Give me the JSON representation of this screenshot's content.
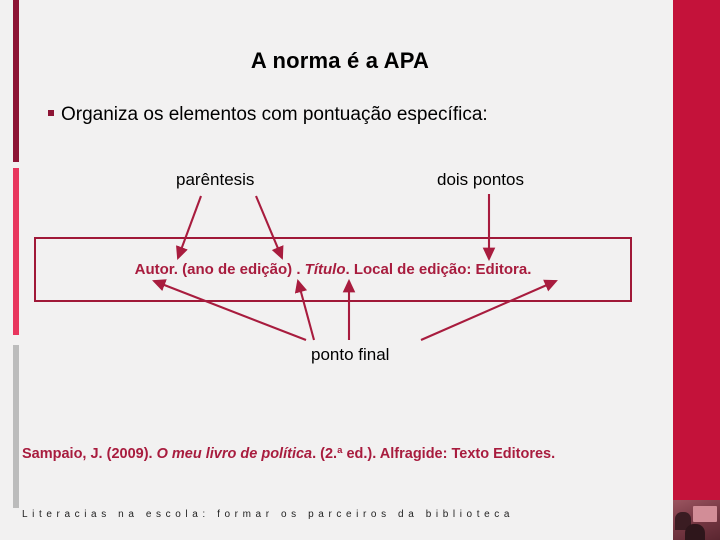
{
  "slide": {
    "title": "A norma é a APA",
    "bullet": {
      "marker": "square-bullet-icon",
      "text": "Organiza os elementos com pontuação específica:"
    },
    "callouts": {
      "parentesis": "parêntesis",
      "dois_pontos": "dois pontos",
      "ponto_final": "ponto final"
    },
    "pattern": {
      "author": "Autor.",
      "year": "(ano de edição)",
      "separator": " . ",
      "title_italic": "Título",
      "after_title": ". Local de edição: Editora."
    },
    "example_reference": {
      "author_year": "Sampaio, J. (2009). ",
      "title_italic": "O meu livro de política",
      "rest": ". (2.ª ed.). Alfragide: Texto Editores."
    },
    "footer": "Literacias na escola: formar os parceiros da biblioteca"
  },
  "colors": {
    "background": "#f2f1f1",
    "crimson_band": "#c4123a",
    "dark_red": "#8d1435",
    "pink": "#e8365e",
    "gray": "#bcbcbc",
    "accent_text": "#a81c3e",
    "box_border": "#a01838",
    "body_text": "#000000"
  }
}
